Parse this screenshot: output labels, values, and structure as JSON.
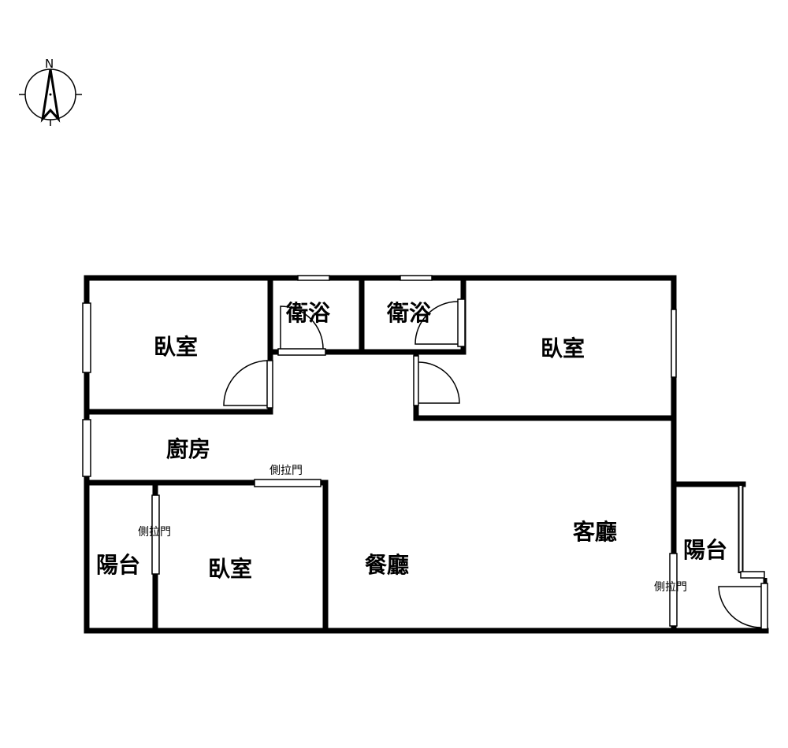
{
  "compass": {
    "north_label": "N"
  },
  "rooms": {
    "bedroom_nw": "臥室",
    "bath_1": "衛浴",
    "bath_2": "衛浴",
    "bedroom_ne": "臥室",
    "kitchen": "廚房",
    "living_room": "客廳",
    "dining_room": "餐廳",
    "balcony_w": "陽台",
    "bedroom_sw": "臥室",
    "balcony_e": "陽台"
  },
  "doors": {
    "sliding_kitchen": "側拉門",
    "sliding_balcony_w": "側拉門",
    "sliding_balcony_e": "側拉門"
  }
}
